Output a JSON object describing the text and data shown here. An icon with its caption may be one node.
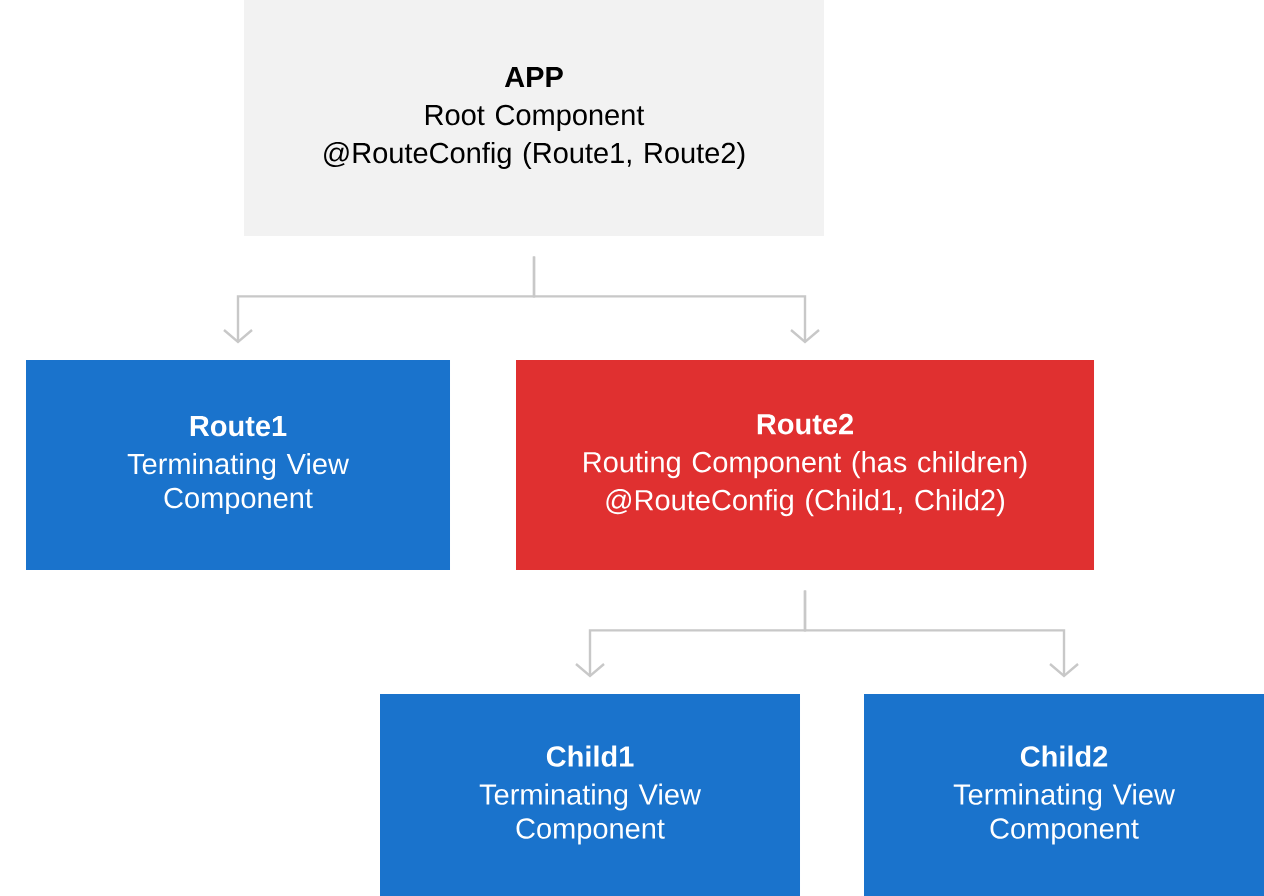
{
  "diagram": {
    "nodes": [
      {
        "text": [
          "APP",
          "Root Component",
          "@RouteConfig (Route1, Route2)"
        ]
      },
      {
        "text": [
          "Route1",
          "Terminating View Component"
        ]
      },
      {
        "text": [
          "Route2",
          "Routing Component (has children)",
          "@RouteConfig (Child1, Child2)"
        ]
      },
      {
        "text": [
          "Child1",
          "Terminating View Component"
        ]
      },
      {
        "text": [
          "Child2",
          "Terminating View Component"
        ]
      }
    ],
    "edges": [
      {
        "from": 0,
        "to": 1,
        "arrow": "to"
      },
      {
        "from": 0,
        "to": 2,
        "arrow": "to"
      },
      {
        "from": 2,
        "to": 3,
        "arrow": "to"
      },
      {
        "from": 2,
        "to": 4,
        "arrow": "to"
      }
    ]
  }
}
